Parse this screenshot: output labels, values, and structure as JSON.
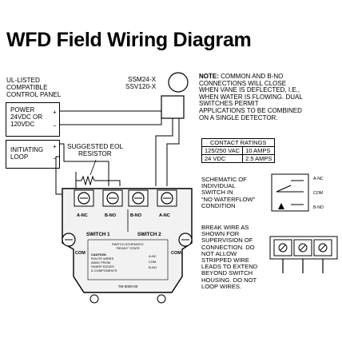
{
  "title": "WFD Field Wiring Diagram",
  "control_panel": {
    "heading": [
      "UL-LISTED",
      "COMPATIBLE",
      "CONTROL PANEL"
    ],
    "power": [
      "POWER",
      "24VDC OR",
      "120VDC"
    ],
    "initiating": [
      "INITIATING",
      "LOOP"
    ],
    "plus": "+",
    "minus": "−"
  },
  "detector_models": [
    "SSM24-X",
    "SSV120-X"
  ],
  "eol_label": [
    "SUGGESTED EOL",
    "RESISTOR"
  ],
  "note": {
    "label": "NOTE:",
    "lines": [
      "COMMON AND B-NO",
      "CONNECTIONS WILL CLOSE",
      "WHEN VANE IS DEFLECTED, I.E.,",
      "WHEN WATER IS FLOWING. DUAL",
      "SWITCHES PERMIT",
      "APPLICATIONS TO BE COMBINED",
      "ON A SINGLE DETECTOR."
    ]
  },
  "contact_ratings": {
    "header": "CONTACT RATINGS",
    "rows": [
      [
        "125/250 VAC",
        "10 AMPS"
      ],
      [
        "24 VDC",
        "2.5 AMPS"
      ]
    ]
  },
  "schematic_text": [
    "SCHEMATIC OF",
    "INDIVIDUAL",
    "SWITCH IN",
    "“NO WATERFLOW”",
    "CONDITION"
  ],
  "schematic_labels": [
    "A-NC",
    "COM",
    "B-NO"
  ],
  "break_wire_text": [
    "BREAK WIRE AS",
    "SHOWN FOR",
    "SUPERVISION OF",
    "CONNECTION. DO",
    "NOT ALLOW",
    "STRIPPED WIRE",
    "LEADS TO EXTEND",
    "BEYOND SWITCH",
    "HOUSING. DO NOT",
    "LOOP WIRES."
  ],
  "switch_block": {
    "terminals": [
      "A-NC",
      "B-NO",
      "B-NO",
      "A-NC"
    ],
    "com": "COM",
    "switch1": "SWITCH 1",
    "switch2": "SWITCH 2",
    "schematic_title": [
      "SWITCH SCHEMATIC",
      "“READY” STATE"
    ],
    "schematic_terms": [
      "A-NC",
      "COM",
      "B-NO"
    ],
    "caution": [
      "CAUTION:",
      "ROUTE WIRES",
      "AWAY FROM",
      "SHARP EDGES",
      "& COMPONENTS"
    ],
    "part_no": "TM-0000-00"
  },
  "colors": {
    "ink": "#000000",
    "paper": "#ffffff",
    "housing": "#f2f2f2"
  }
}
